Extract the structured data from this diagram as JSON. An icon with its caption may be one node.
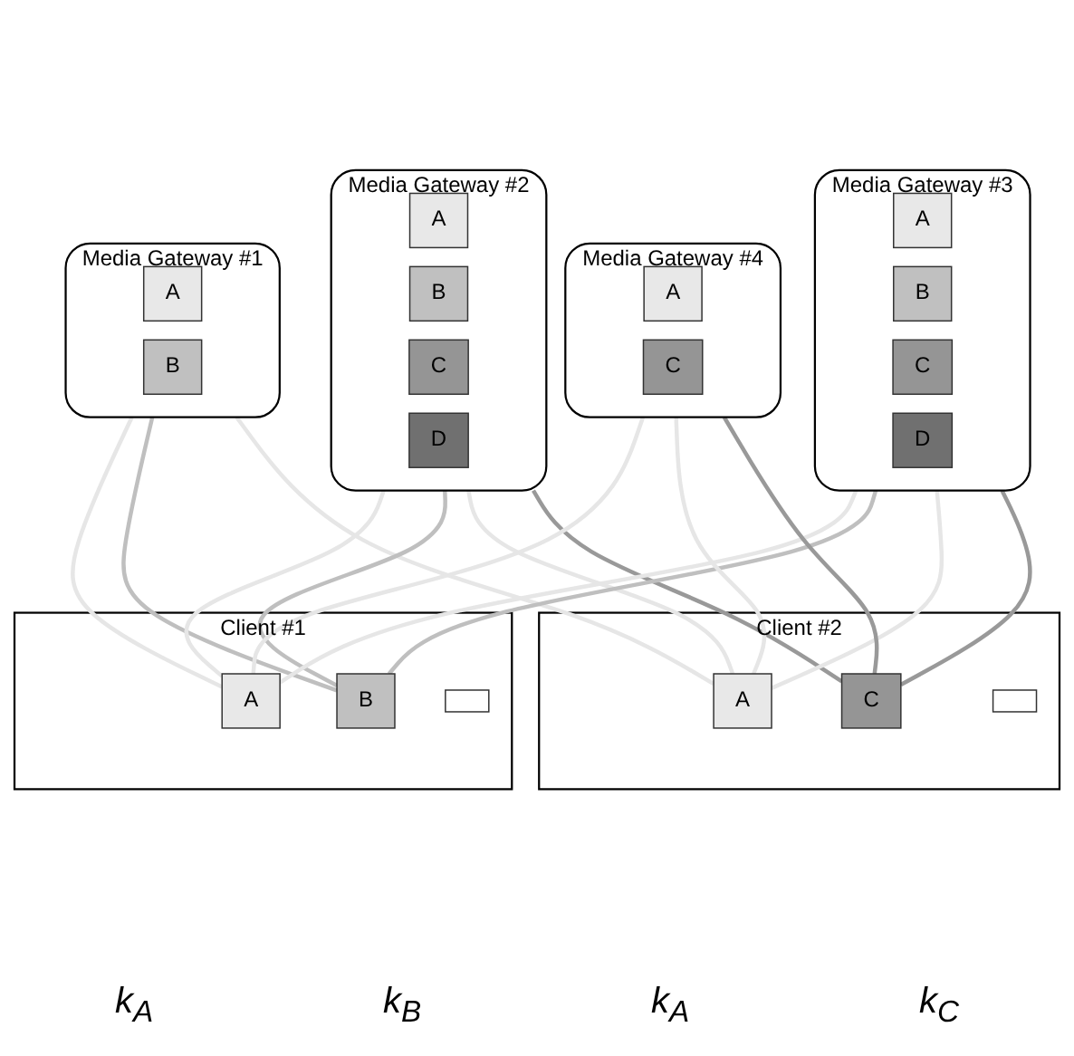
{
  "diagram": {
    "nodes": [
      {
        "text": [
          "Media Gateway #1"
        ]
      },
      {
        "text": [
          "A"
        ],
        "in": 0
      },
      {
        "text": [
          "B"
        ],
        "in": 0
      },
      {
        "text": [
          "Media Gateway #2"
        ]
      },
      {
        "text": [
          "A"
        ],
        "in": 3
      },
      {
        "text": [
          "B"
        ],
        "in": 3
      },
      {
        "text": [
          "C"
        ],
        "in": 3
      },
      {
        "text": [
          "D"
        ],
        "in": 3
      },
      {
        "text": [
          "Media Gateway #3"
        ]
      },
      {
        "text": [
          "A"
        ],
        "in": 8
      },
      {
        "text": [
          "B"
        ],
        "in": 8
      },
      {
        "text": [
          "C"
        ],
        "in": 8
      },
      {
        "text": [
          "D"
        ],
        "in": 8
      },
      {
        "text": [
          "Media Gateway #4"
        ]
      },
      {
        "text": [
          "A"
        ],
        "in": 13
      },
      {
        "text": [
          "C"
        ],
        "in": 13
      },
      {
        "text": [
          "Client #1"
        ]
      },
      {
        "text": [
          "A"
        ],
        "in": 16
      },
      {
        "text": [
          "B"
        ],
        "in": 16
      },
      {
        "text": [],
        "shape": "box",
        "in": 16
      },
      {
        "text": [
          "Client #2"
        ]
      },
      {
        "text": [
          "A"
        ],
        "in": 20
      },
      {
        "text": [
          "C"
        ],
        "in": 20
      },
      {
        "text": [],
        "shape": "box",
        "in": 20
      }
    ],
    "edges": [
      {
        "from": 0,
        "to": 17,
        "arrow": "none",
        "color": "#e6e6e6"
      },
      {
        "from": 0,
        "to": 18,
        "arrow": "none",
        "color": "#bfbfbf"
      },
      {
        "from": 0,
        "to": 21,
        "arrow": "none",
        "color": "#e6e6e6"
      },
      {
        "from": 3,
        "to": 17,
        "arrow": "none",
        "color": "#e6e6e6"
      },
      {
        "from": 3,
        "to": 18,
        "arrow": "none",
        "color": "#bfbfbf"
      },
      {
        "from": 3,
        "to": 21,
        "arrow": "none",
        "color": "#e6e6e6"
      },
      {
        "from": 3,
        "to": 22,
        "arrow": "none",
        "color": "#999999"
      },
      {
        "from": 8,
        "to": 17,
        "arrow": "none",
        "color": "#e6e6e6"
      },
      {
        "from": 8,
        "to": 18,
        "arrow": "none",
        "color": "#bfbfbf"
      },
      {
        "from": 8,
        "to": 21,
        "arrow": "none",
        "color": "#e6e6e6"
      },
      {
        "from": 8,
        "to": 22,
        "arrow": "none",
        "color": "#999999"
      },
      {
        "from": 13,
        "to": 17,
        "arrow": "none",
        "color": "#e6e6e6"
      },
      {
        "from": 13,
        "to": 21,
        "arrow": "none",
        "color": "#e6e6e6"
      },
      {
        "from": 13,
        "to": 22,
        "arrow": "none",
        "color": "#999999"
      }
    ],
    "labels": [
      "k$_{A}$",
      "k$_{B}$",
      "k$_{A}$",
      "k$_{C}$"
    ]
  }
}
